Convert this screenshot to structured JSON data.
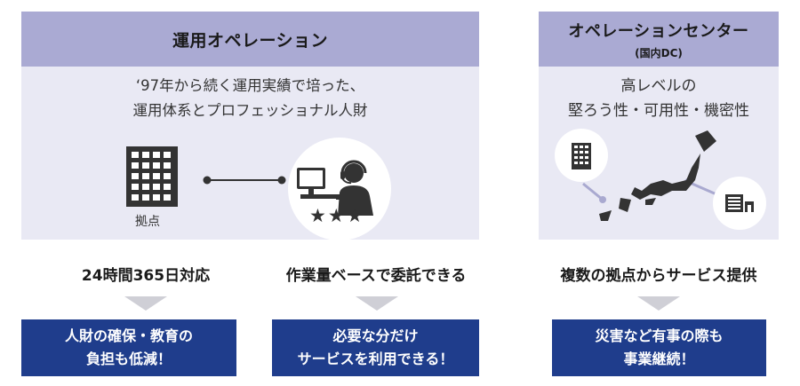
{
  "left_panel": {
    "title": "運用オペレーション",
    "desc_line1": "‘97年から続く運用実績で培った、",
    "desc_line2": "運用体系とプロフェッショナル人財",
    "base_label": "拠点",
    "stars": "★★★"
  },
  "right_panel": {
    "title": "オペレーションセンター",
    "subtitle": "(国内DC)",
    "desc_line1": "高レベルの",
    "desc_line2": "堅ろう性・可用性・機密性"
  },
  "features": [
    {
      "label": "24時間365日対応",
      "result_line1": "人財の確保・教育の",
      "result_line2": "負担も低減！"
    },
    {
      "label": "作業量ベースで委託できる",
      "result_line1": "必要な分だけ",
      "result_line2": "サービスを利用できる！"
    },
    {
      "label": "複数の拠点からサービス提供",
      "result_line1": "災害など有事の際も",
      "result_line2": "事業継続！"
    }
  ],
  "colors": {
    "header": "#aaaad3",
    "panel_bg": "#e9e9f4",
    "result_bg": "#1f3d8c",
    "icon_dark": "#333333"
  }
}
